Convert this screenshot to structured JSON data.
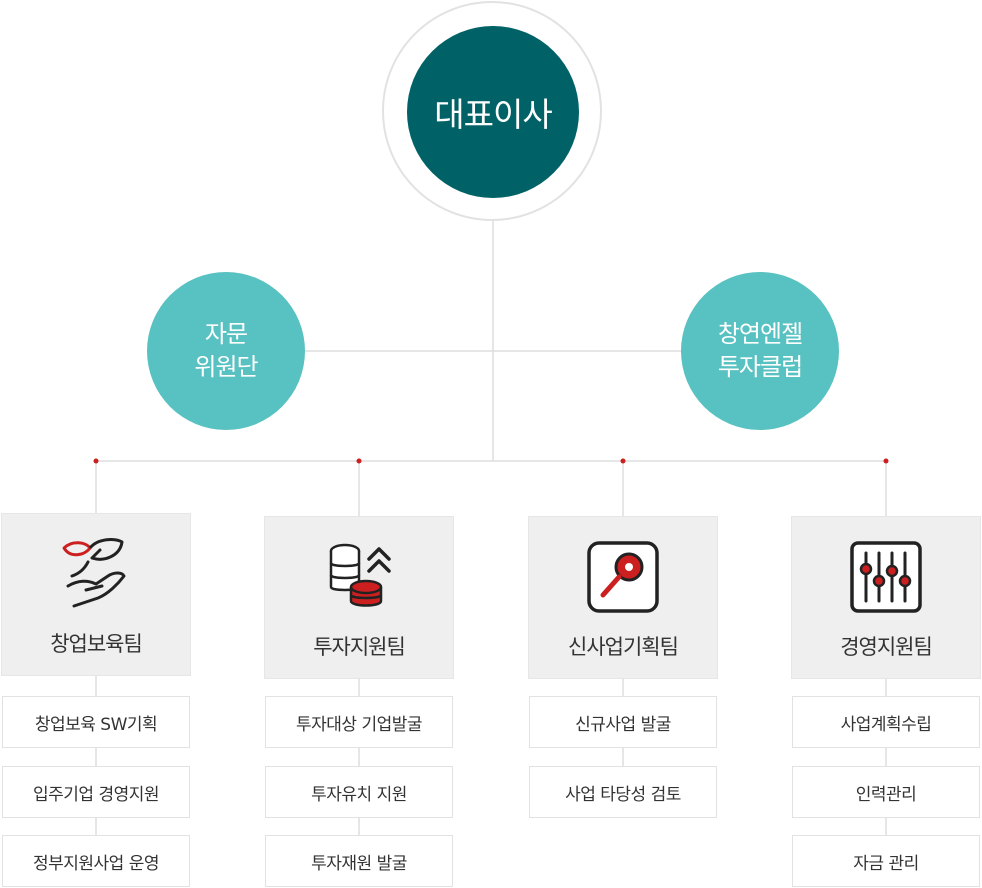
{
  "ceo": {
    "label": "대표이사"
  },
  "advisory": {
    "line1": "자문",
    "line2": "위원단"
  },
  "angel_club": {
    "line1": "창연엔젤",
    "line2": "투자클럽"
  },
  "teams": [
    {
      "name": "창업보육팀",
      "icon": "hand-leaf-icon",
      "tasks": [
        "창업보육 SW기획",
        "입주기업 경영지원",
        "정부지원사업 운영"
      ]
    },
    {
      "name": "투자지원팀",
      "icon": "coins-stack-up-icon",
      "tasks": [
        "투자대상 기업발굴",
        "투자유치 지원",
        "투자재원 발굴"
      ]
    },
    {
      "name": "신사업기획팀",
      "icon": "magnifier-icon",
      "tasks": [
        "신규사업 발굴",
        "사업 타당성 검토"
      ]
    },
    {
      "name": "경영지원팀",
      "icon": "control-sliders-icon",
      "tasks": [
        "사업계획수립",
        "인력관리",
        "자금 관리"
      ]
    }
  ],
  "colors": {
    "ceo": "#006266",
    "sub": "#58c1c1",
    "accent": "#cc1f1f",
    "line": "#dddddd",
    "box": "#efefef"
  }
}
